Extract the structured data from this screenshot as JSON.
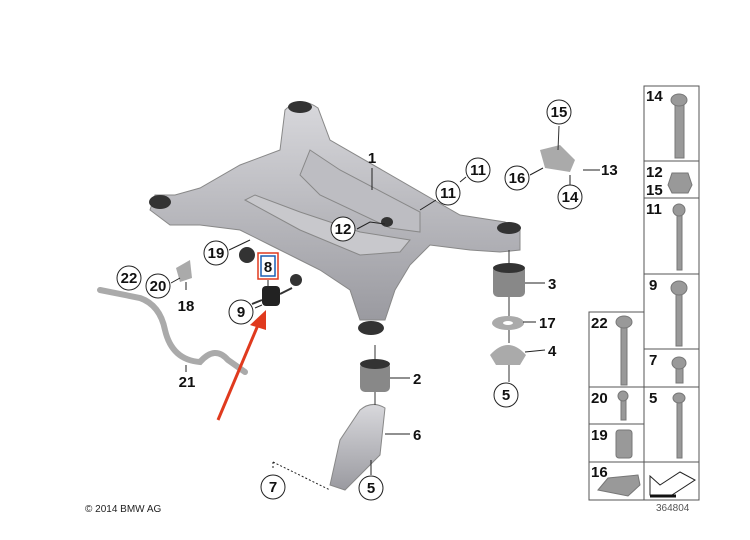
{
  "diagram": {
    "copyright": "© 2014 BMW AG",
    "drawing_number": "364804",
    "highlight_color": "#e03a1e",
    "highlight_inner_color": "#1a5fb4",
    "callouts": {
      "c1": "1",
      "c2": "2",
      "c3": "3",
      "c4": "4",
      "c5a": "5",
      "c5b": "5",
      "c6": "6",
      "c7": "7",
      "c8": "8",
      "c9": "9",
      "c11a": "11",
      "c11b": "11",
      "c12": "12",
      "c13": "13",
      "c14": "14",
      "c15": "15",
      "c16": "16",
      "c17": "17",
      "c18": "18",
      "c19": "19",
      "c20": "20",
      "c21": "21",
      "c22": "22"
    },
    "parts_table": {
      "p14": "14",
      "p12": "12",
      "p15": "15",
      "p11": "11",
      "p9": "9",
      "p7": "7",
      "p5": "5",
      "p22": "22",
      "p20": "20",
      "p19": "19",
      "p16": "16"
    }
  }
}
